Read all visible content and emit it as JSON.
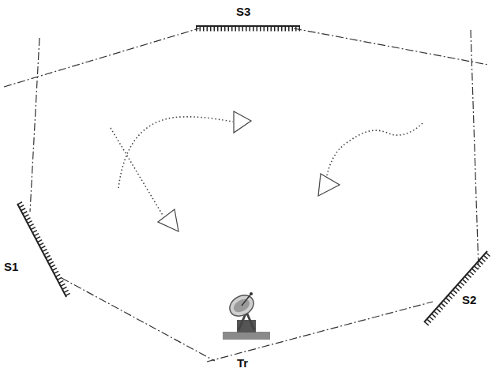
{
  "diagram": {
    "labels": [
      "S3",
      "S1",
      "S2",
      "Tr"
    ]
  }
}
